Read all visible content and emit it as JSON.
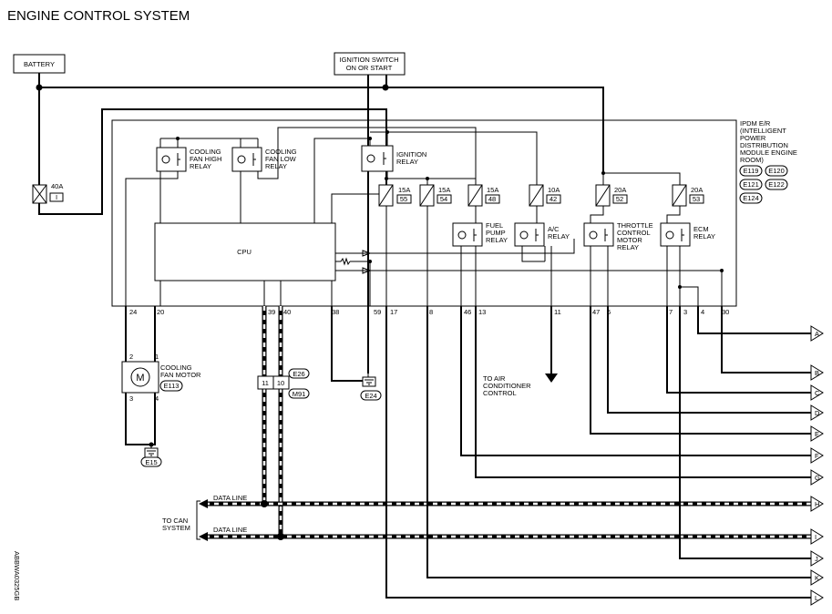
{
  "title": "ENGINE CONTROL SYSTEM",
  "battery_label": "BATTERY",
  "ignition_switch": {
    "line1": "IGNITION SWITCH",
    "line2": "ON OR START"
  },
  "main_fuse": {
    "amp": "40A",
    "num": "I"
  },
  "ipdm": {
    "l1": "IPDM E/R",
    "l2": "(INTELLIGENT",
    "l3": "POWER",
    "l4": "DISTRIBUTION",
    "l5": "MODULE ENGINE",
    "l6": "ROOM)",
    "connectors": [
      "E119",
      "E120",
      "E121",
      "E122",
      "E124"
    ]
  },
  "cpu_label": "CPU",
  "relays": {
    "cooling_high": [
      "COOLING",
      "FAN HIGH",
      "RELAY"
    ],
    "cooling_low": [
      "COOLING",
      "FAN LOW",
      "RELAY"
    ],
    "ignition": [
      "IGNITION",
      "RELAY"
    ],
    "fuel_pump": [
      "FUEL",
      "PUMP",
      "RELAY"
    ],
    "ac": [
      "A/C",
      "RELAY"
    ],
    "throttle": [
      "THROTTLE",
      "CONTROL",
      "MOTOR",
      "RELAY"
    ],
    "ecm": [
      "ECM",
      "RELAY"
    ]
  },
  "fuses": [
    {
      "amp": "15A",
      "num": "55"
    },
    {
      "amp": "15A",
      "num": "54"
    },
    {
      "amp": "15A",
      "num": "48"
    },
    {
      "amp": "10A",
      "num": "42"
    },
    {
      "amp": "20A",
      "num": "52"
    },
    {
      "amp": "20A",
      "num": "53"
    }
  ],
  "terminals": [
    "24",
    "20",
    "39",
    "40",
    "38",
    "59",
    "17",
    "8",
    "46",
    "13",
    "11",
    "47",
    "6",
    "7",
    "3",
    "4",
    "30"
  ],
  "motor": {
    "symbol": "M",
    "line1": "COOLING",
    "line2": "FAN MOTOR",
    "connector": "E113",
    "pins": [
      "2",
      "1",
      "3",
      "4"
    ]
  },
  "joint_connector": {
    "pins": [
      "11",
      "10"
    ],
    "conn1": "E26",
    "conn2": "M91"
  },
  "grounds": [
    "E15",
    "E24"
  ],
  "ac_note": [
    "TO AIR",
    "CONDITIONER",
    "CONTROL"
  ],
  "can": {
    "data_line_1": "DATA LINE",
    "data_line_2": "DATA LINE",
    "to_can_1": "TO CAN",
    "to_can_2": "SYSTEM"
  },
  "outputs": [
    "A",
    "B",
    "C",
    "D",
    "E",
    "F",
    "G",
    "H",
    "I",
    "J",
    "K",
    "L"
  ],
  "side_code": "ABBWA0325GB"
}
